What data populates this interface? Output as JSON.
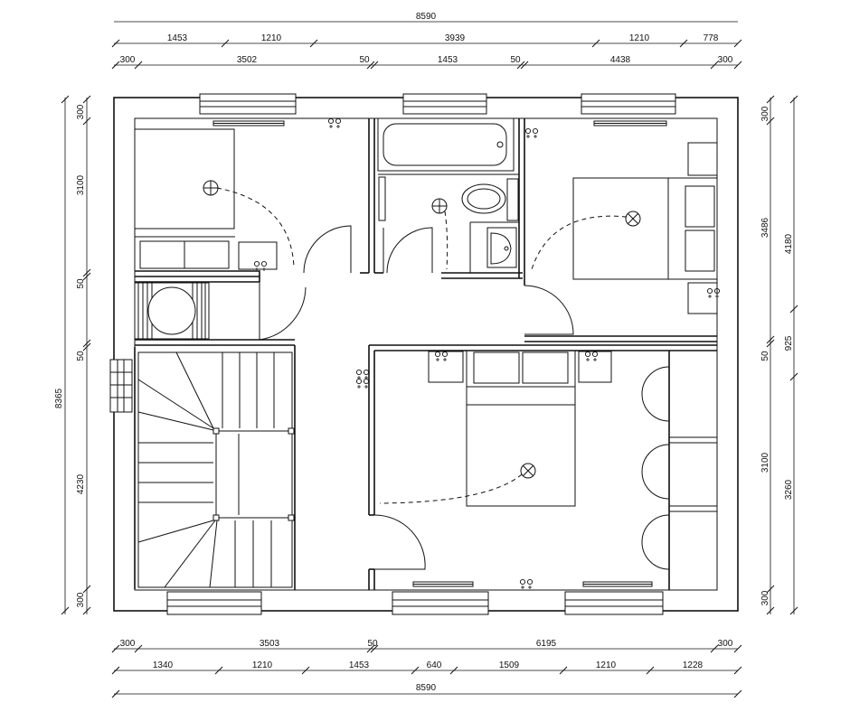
{
  "dimensions": {
    "top_total": "8590",
    "top_row1": [
      "1453",
      "1210",
      "3939",
      "1210",
      "778"
    ],
    "top_row2": [
      "300",
      "3502",
      "50",
      "1453",
      "50",
      "4438",
      "300"
    ],
    "bottom_row1": [
      "300",
      "3503",
      "50",
      "6195",
      "300"
    ],
    "bottom_row2": [
      "1340",
      "1210",
      "1453",
      "640",
      "1509",
      "1210",
      "1228"
    ],
    "bottom_total": "8590",
    "left_total": "8365",
    "left_segments": [
      "300",
      "3100",
      "50",
      "50",
      "4230",
      "300"
    ],
    "right_inner": [
      "300",
      "3486",
      "50",
      "3100",
      "300"
    ],
    "right_outer": [
      "4180",
      "925",
      "3260"
    ]
  },
  "icons": [
    "ceiling-light-icon",
    "wall-socket-icon",
    "bathtub-icon",
    "toilet-icon",
    "washbasin-icon",
    "staircase-icon",
    "double-bed-icon",
    "wardrobe-icon",
    "window-icon",
    "door-swing-icon"
  ]
}
